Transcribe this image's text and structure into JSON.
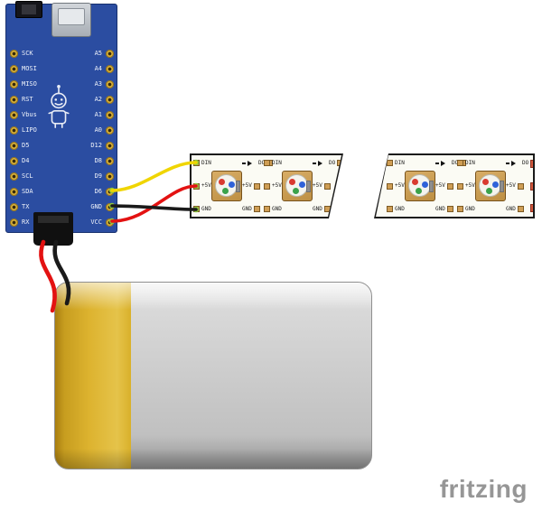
{
  "watermark": "fritzing",
  "colors": {
    "board_blue": "#2b4da1",
    "board_edge": "#17306e",
    "pad_gold": "#d9b139",
    "wire_signal": "#f0d500",
    "wire_power": "#e31212",
    "wire_ground": "#1a1a1a",
    "connector_green": "#8cc63f",
    "led_red": "#d93a30",
    "led_green": "#3aa24a",
    "led_blue": "#2f62d9",
    "strip_pad_tan": "#cf9e55",
    "strip_end_pad": "#d4593e",
    "battery_yellow": "#ddb32f",
    "watermark_gray": "#969696"
  },
  "board": {
    "left_pins": [
      "SCK",
      "MOSI",
      "MISO",
      "RST",
      "Vbus",
      "LIPO",
      "D5",
      "D4",
      "SCL",
      "SDA",
      "TX",
      "RX"
    ],
    "right_pins": [
      "A5",
      "A4",
      "A3",
      "A2",
      "A1",
      "A0",
      "D12",
      "D8",
      "D9",
      "D6",
      "GND",
      "VCC"
    ]
  },
  "led_strip": {
    "pads_in": [
      "DIN",
      "+5V",
      "GND"
    ],
    "pads_out": [
      "DO",
      "+5V",
      "GND"
    ],
    "leds_per_segment": 2,
    "segments": 2
  },
  "connections": [
    {
      "label": "D6 to DIN",
      "color_key": "wire_signal"
    },
    {
      "label": "VCC to +5V",
      "color_key": "wire_power"
    },
    {
      "label": "GND to GND",
      "color_key": "wire_ground"
    },
    {
      "label": "battery positive",
      "color_key": "wire_power"
    },
    {
      "label": "battery negative",
      "color_key": "wire_ground"
    }
  ]
}
